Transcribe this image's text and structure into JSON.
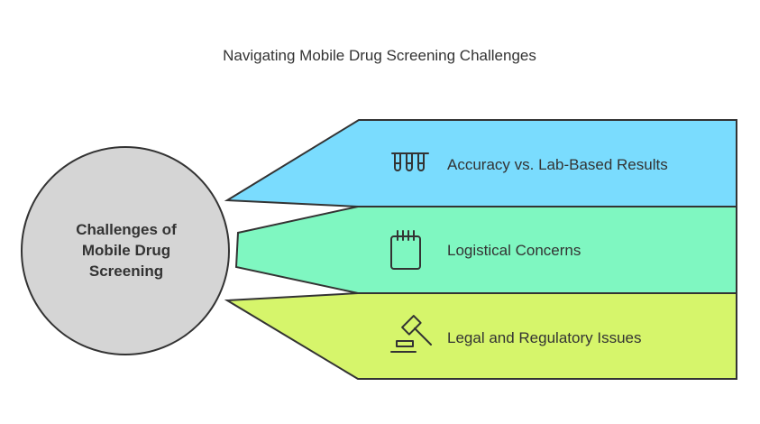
{
  "title": "Navigating Mobile Drug Screening Challenges",
  "center": {
    "lines": [
      "Challenges of",
      "Mobile Drug",
      "Screening"
    ]
  },
  "items": [
    {
      "label": "Accuracy vs. Lab-Based Results",
      "icon": "test-tubes-icon",
      "color": "#7ADCFE"
    },
    {
      "label": "Logistical Concerns",
      "icon": "calendar-icon",
      "color": "#7FF7C1"
    },
    {
      "label": "Legal and Regulatory Issues",
      "icon": "gavel-icon",
      "color": "#D6F56B"
    }
  ],
  "colors": {
    "circle_fill": "#D5D5D5",
    "outline": "#333333"
  }
}
